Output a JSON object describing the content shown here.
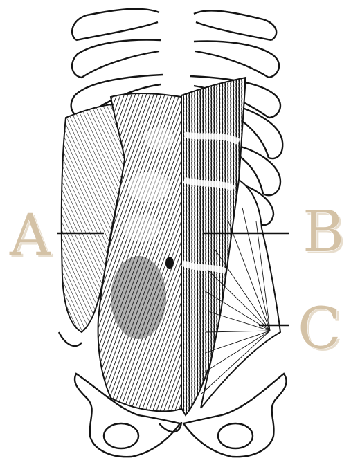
{
  "diagram": {
    "labels": [
      {
        "id": "A",
        "text": "A"
      },
      {
        "id": "B",
        "text": "B"
      },
      {
        "id": "C",
        "text": "C"
      }
    ],
    "colors": {
      "ink": "#141414",
      "label_fill": "#d4c2a6",
      "label_shadow": "#9a9a9a",
      "background": "#ffffff"
    }
  }
}
